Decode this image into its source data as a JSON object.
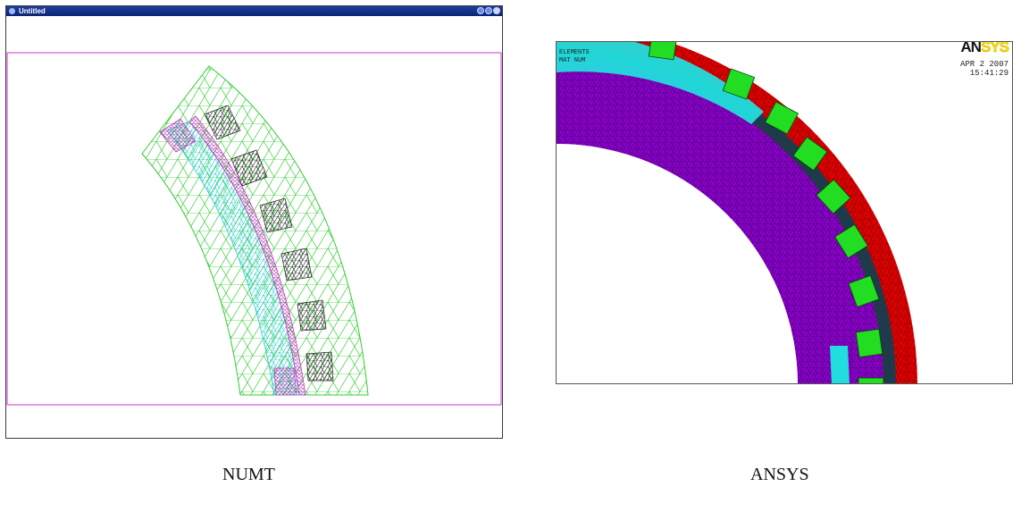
{
  "window": {
    "title": "Untitled"
  },
  "ansys": {
    "logo_dark": "AN",
    "logo_yellow": "SYS",
    "date": "APR  2 2007",
    "time": "15:41:29",
    "info_line1": "ELEMENTS",
    "info_line2": "MAT NUM"
  },
  "captions": {
    "left": "NUMT",
    "right": "ANSYS"
  },
  "colors": {
    "titlebar": "#0b2475",
    "frame_line": "#cc33cc",
    "numt_air": "#33cc33",
    "numt_magnet": "#33dddd",
    "numt_coil": "#000000",
    "numt_gap": "#cc33cc",
    "ansys_stator": "#dd0000",
    "ansys_slot": "#22dd22",
    "ansys_rotor": "#8800cc",
    "ansys_magnet": "#22dddd",
    "ansys_gap": "#222222"
  }
}
